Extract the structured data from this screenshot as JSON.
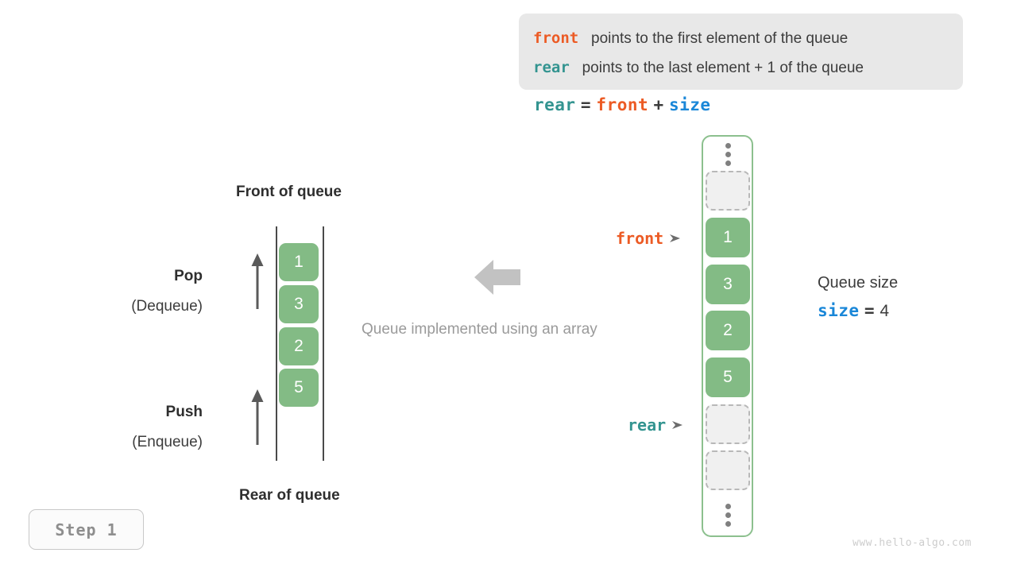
{
  "legend": {
    "line1": {
      "keyword": "front",
      "text": "points to the first element of the queue"
    },
    "line2": {
      "keyword": "rear",
      "text": "points to the last element + 1 of the queue"
    }
  },
  "formula": {
    "lhs": "rear",
    "eq": "=",
    "rhs1": "front",
    "plus": "+",
    "rhs2": "size"
  },
  "left_diagram": {
    "front_label": "Front of queue",
    "rear_label": "Rear of queue",
    "pop": {
      "label": "Pop",
      "sub": "(Dequeue)"
    },
    "push": {
      "label": "Push",
      "sub": "(Enqueue)"
    },
    "cells": [
      "1",
      "3",
      "2",
      "5"
    ]
  },
  "center": {
    "caption": "Queue implemented using an array",
    "arrow_icon": "arrow-left-icon"
  },
  "array": {
    "slots": [
      {
        "type": "dots",
        "value": ""
      },
      {
        "type": "empty",
        "value": ""
      },
      {
        "type": "filled",
        "value": "1"
      },
      {
        "type": "filled",
        "value": "3"
      },
      {
        "type": "filled",
        "value": "2"
      },
      {
        "type": "filled",
        "value": "5"
      },
      {
        "type": "empty",
        "value": ""
      },
      {
        "type": "empty",
        "value": ""
      },
      {
        "type": "dots",
        "value": ""
      }
    ],
    "pointers": {
      "front": "front",
      "rear": "rear"
    }
  },
  "queue_size": {
    "title": "Queue size",
    "var": "size",
    "eq": "=",
    "value": "4"
  },
  "step_badge": {
    "label": "Step 1"
  },
  "watermark": {
    "text": "www.hello-algo.com"
  },
  "colors": {
    "front": "#ec5b25",
    "rear": "#339490",
    "size": "#1a87d8",
    "cell_fill": "#83bb85",
    "container_border": "#8cc08e",
    "legend_bg": "#e8e8e8",
    "muted_text": "#9a9a9a"
  }
}
